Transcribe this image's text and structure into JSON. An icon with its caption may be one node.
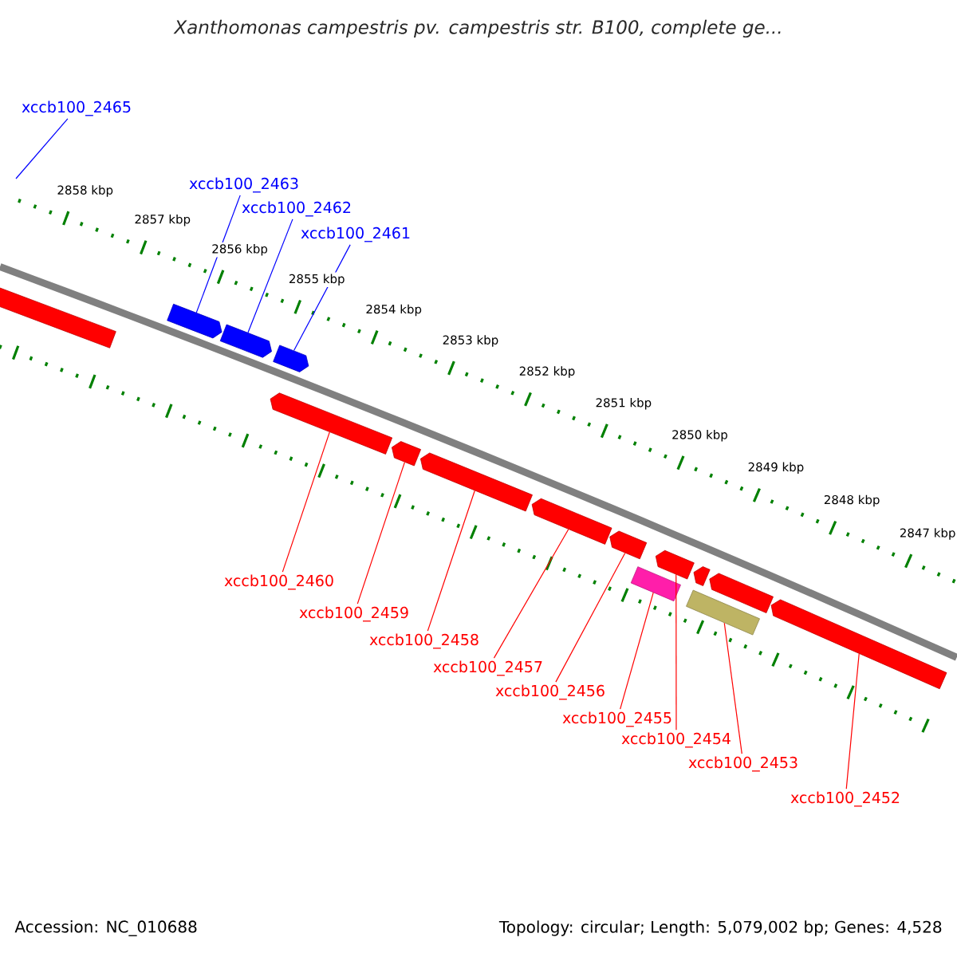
{
  "diagram": {
    "title": "Xanthomonas campestris pv. campestris str. B100, complete ge...",
    "nodes": [
      {
        "text": [
          "xccb100_2465"
        ]
      },
      {
        "text": [
          "xccb100_2463"
        ]
      },
      {
        "text": [
          "xccb100_2462"
        ]
      },
      {
        "text": [
          "xccb100_2461"
        ]
      },
      {
        "text": [],
        "shape": "bar"
      },
      {
        "text": [],
        "shape": "bar"
      },
      {
        "text": [],
        "shape": "bar"
      },
      {
        "text": [],
        "shape": "bar"
      },
      {
        "text": [],
        "shape": "bar"
      },
      {
        "text": [],
        "shape": "bar"
      },
      {
        "text": [],
        "shape": "bar"
      },
      {
        "text": [],
        "shape": "bar"
      },
      {
        "text": [],
        "shape": "bar"
      },
      {
        "text": [],
        "shape": "bar"
      },
      {
        "text": [],
        "shape": "bar"
      },
      {
        "text": [],
        "shape": "bar"
      },
      {
        "text": [],
        "shape": "bar"
      },
      {
        "text": [],
        "shape": "box"
      },
      {
        "text": [],
        "shape": "box"
      },
      {
        "text": [
          "xccb100_2460"
        ]
      },
      {
        "text": [
          "xccb100_2459"
        ]
      },
      {
        "text": [
          "xccb100_2458"
        ]
      },
      {
        "text": [
          "xccb100_2457"
        ]
      },
      {
        "text": [
          "xccb100_2456"
        ]
      },
      {
        "text": [
          "xccb100_2455"
        ]
      },
      {
        "text": [
          "xccb100_2454"
        ]
      },
      {
        "text": [
          "xccb100_2453"
        ]
      },
      {
        "text": [
          "xccb100_2452"
        ]
      }
    ],
    "edges": [
      {
        "from": 0,
        "to": null,
        "arrow": "none",
        "color": "#0000ff"
      },
      {
        "from": 1,
        "to": 5,
        "arrow": "none",
        "color": "#0000ff"
      },
      {
        "from": 2,
        "to": 6,
        "arrow": "none",
        "color": "#0000ff"
      },
      {
        "from": 3,
        "to": 7,
        "arrow": "none",
        "color": "#0000ff"
      },
      {
        "from": 19,
        "to": 8,
        "arrow": "none"
      },
      {
        "from": 20,
        "to": 9,
        "arrow": "none"
      },
      {
        "from": 21,
        "to": 10,
        "arrow": "none"
      },
      {
        "from": 22,
        "to": 11,
        "arrow": "none"
      },
      {
        "from": 23,
        "to": 12,
        "arrow": "none"
      },
      {
        "from": 24,
        "to": 17,
        "arrow": "none"
      },
      {
        "from": 25,
        "to": 13,
        "arrow": "none"
      },
      {
        "from": 26,
        "to": 18,
        "arrow": "none"
      },
      {
        "from": 27,
        "to": 16,
        "arrow": "none"
      }
    ],
    "labels": [
      "2858 kbp",
      "2857 kbp",
      "2856 kbp",
      "2855 kbp",
      "2854 kbp",
      "2853 kbp",
      "2852 kbp",
      "2851 kbp",
      "2850 kbp",
      "2849 kbp",
      "2848 kbp",
      "2847 kbp",
      "Accession: NC_010688",
      "Topology: circular; Length: 5,079,002 bp; Genes: 4,528"
    ]
  }
}
